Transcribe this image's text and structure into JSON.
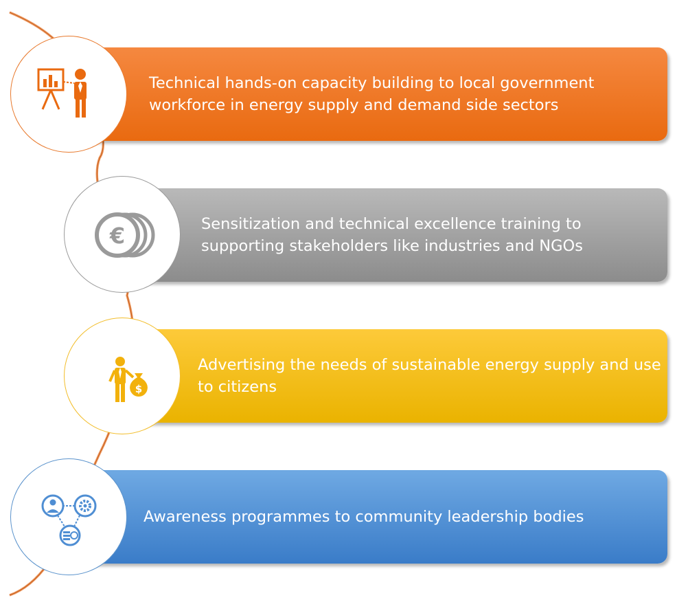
{
  "items": [
    {
      "text": "Technical hands-on capacity building to local government workforce in energy supply and demand side sectors",
      "icon": "presentation-icon",
      "color": "#EF7A2A"
    },
    {
      "text": "Sensitization and technical excellence training to supporting stakeholders like industries and NGOs",
      "icon": "euro-coins-icon",
      "color": "#A6A6A6"
    },
    {
      "text": "Advertising the needs of sustainable energy supply and use to citizens",
      "icon": "person-money-bag-icon",
      "color": "#F5BE19"
    },
    {
      "text": "Awareness programmes to community leadership bodies",
      "icon": "network-icon",
      "color": "#4F8ED3"
    }
  ]
}
